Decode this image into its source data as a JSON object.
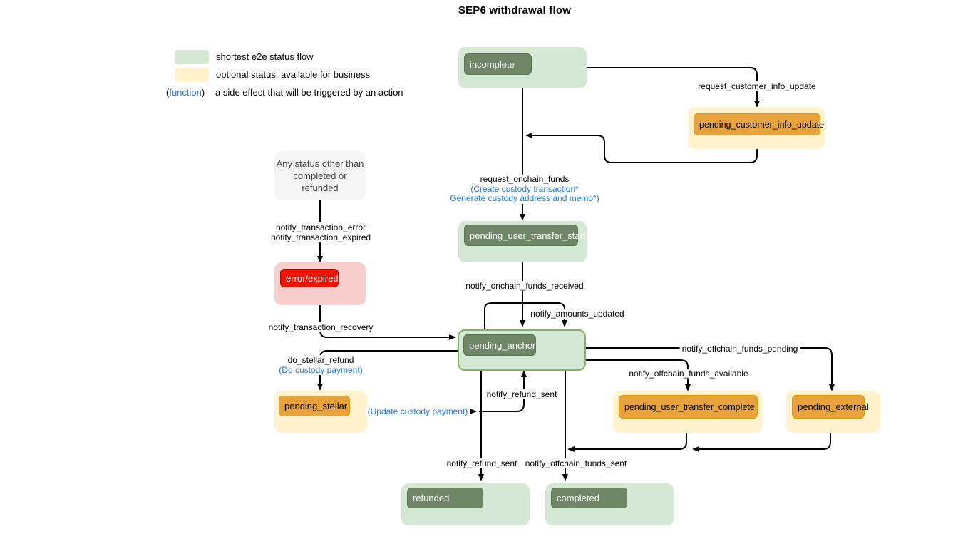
{
  "title": "SEP6 withdrawal flow",
  "legend": {
    "green_label": "shortest e2e status flow",
    "yellow_label": "optional status, available for business",
    "paren_open": "(",
    "function_word": "function",
    "paren_close": ")",
    "function_label": "a side effect that will be triggered by an action"
  },
  "nodes": {
    "incomplete": "incomplete",
    "pending_customer_info_update": "pending_customer_info_update",
    "pending_user_transfer_start": "pending_user_transfer_start",
    "pending_anchor": "pending_anchor",
    "any_status": {
      "line1": "Any status other than",
      "line2": "completed or refunded"
    },
    "error_expired": "error/expired",
    "pending_stellar": "pending_stellar",
    "pending_user_transfer_complete": "pending_user_transfer_complete",
    "pending_external": "pending_external",
    "refunded": "refunded",
    "completed": "completed"
  },
  "edges": {
    "request_customer_info_update": "request_customer_info_update",
    "request_onchain_funds": {
      "action": "request_onchain_funds",
      "function_line1": "(Create custody transaction*",
      "function_line2": "Generate custody address and memo*)"
    },
    "notify_onchain_funds_received": "notify_onchain_funds_received",
    "notify_amounts_updated": "notify_amounts_updated",
    "notify_transaction_error": "notify_transaction_error",
    "notify_transaction_expired": "notify_transaction_expired",
    "notify_transaction_recovery": "notify_transaction_recovery",
    "do_stellar_refund": {
      "action": "do_stellar_refund",
      "function": "(Do custody payment)"
    },
    "update_custody_payment": "(Update custody payment)",
    "notify_refund_sent_to_anchor": "notify_refund_sent",
    "notify_refund_sent_to_refunded": "notify_refund_sent",
    "notify_offchain_funds_sent": "notify_offchain_funds_sent",
    "notify_offchain_funds_pending": "notify_offchain_funds_pending",
    "notify_offchain_funds_available": "notify_offchain_funds_available"
  },
  "colors": {
    "status_green_bg": "#d5e8d4",
    "status_green_inner": "#6f8767",
    "pending_anchor_border": "#82b366",
    "optional_yellow_bg": "#fff2cc",
    "optional_orange_inner": "#e8a33d",
    "optional_orange_border": "#d79b00",
    "error_pink_bg": "#f8cecc",
    "error_red_inner": "#ee1400",
    "note_gray_bg": "#f5f5f5",
    "function_blue": "#2079d6",
    "edge_color": "#000000"
  }
}
